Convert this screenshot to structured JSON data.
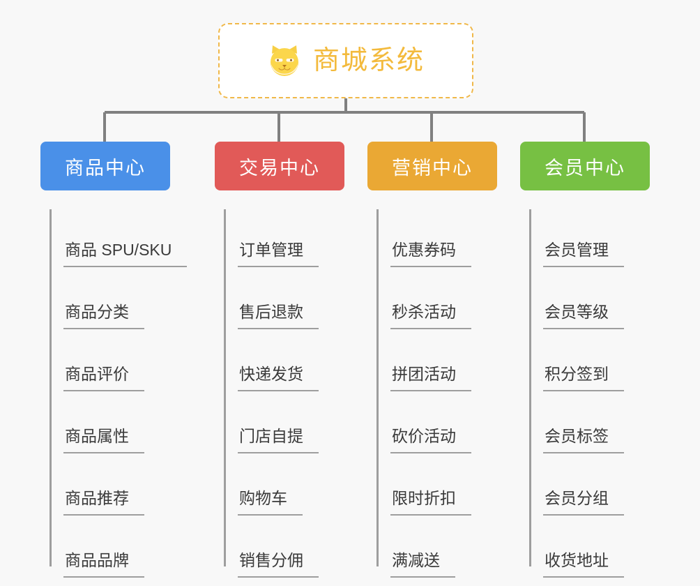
{
  "diagram": {
    "type": "org-chart",
    "background_color": "#f8f8f8",
    "root": {
      "label": "商城系统",
      "icon": "shiba-dog-icon",
      "text_color": "#f3ba3c",
      "border_color": "#f0b849",
      "background_color": "#ffffff"
    },
    "connector_color": "#808080",
    "leaf_text_color": "#3a3a3a",
    "leaf_rule_color": "#9e9e9e",
    "columns": [
      {
        "label": "商品中心",
        "color": "#4a90e8",
        "items": [
          "商品 SPU/SKU",
          "商品分类",
          "商品评价",
          "商品属性",
          "商品推荐",
          "商品品牌"
        ]
      },
      {
        "label": "交易中心",
        "color": "#e15a58",
        "items": [
          "订单管理",
          "售后退款",
          "快递发货",
          "门店自提",
          "购物车",
          "销售分佣"
        ]
      },
      {
        "label": "营销中心",
        "color": "#eaa834",
        "items": [
          "优惠券码",
          "秒杀活动",
          "拼团活动",
          "砍价活动",
          "限时折扣",
          "满减送"
        ]
      },
      {
        "label": "会员中心",
        "color": "#77c043",
        "items": [
          "会员管理",
          "会员等级",
          "积分签到",
          "会员标签",
          "会员分组",
          "收货地址"
        ]
      }
    ]
  }
}
